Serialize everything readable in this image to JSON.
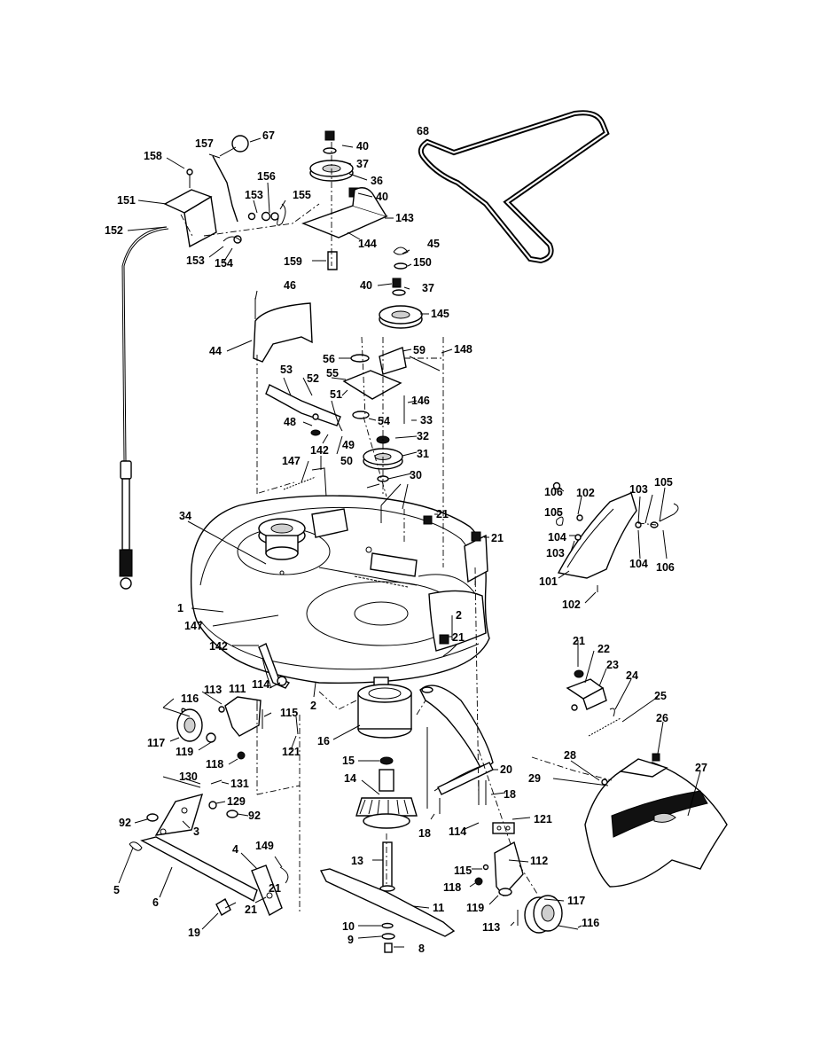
{
  "diagram": {
    "callouts": [
      "1",
      "2",
      "2",
      "3",
      "4",
      "5",
      "6",
      "8",
      "9",
      "10",
      "11",
      "13",
      "14",
      "15",
      "16",
      "18",
      "18",
      "19",
      "20",
      "21",
      "21",
      "21",
      "21",
      "21",
      "21",
      "22",
      "23",
      "24",
      "25",
      "26",
      "27",
      "28",
      "29",
      "30",
      "31",
      "32",
      "33",
      "34",
      "36",
      "37",
      "37",
      "40",
      "40",
      "40",
      "44",
      "45",
      "46",
      "48",
      "49",
      "50",
      "51",
      "52",
      "53",
      "54",
      "55",
      "56",
      "59",
      "67",
      "68",
      "92",
      "92",
      "101",
      "102",
      "102",
      "103",
      "103",
      "104",
      "104",
      "105",
      "105",
      "106",
      "106",
      "111",
      "112",
      "113",
      "113",
      "114",
      "114",
      "115",
      "115",
      "116",
      "116",
      "117",
      "117",
      "118",
      "118",
      "119",
      "119",
      "121",
      "121",
      "129",
      "130",
      "131",
      "142",
      "142",
      "143",
      "144",
      "145",
      "146",
      "147",
      "147",
      "148",
      "149",
      "150",
      "151",
      "152",
      "153",
      "153",
      "154",
      "155",
      "156",
      "157",
      "158",
      "159"
    ]
  }
}
